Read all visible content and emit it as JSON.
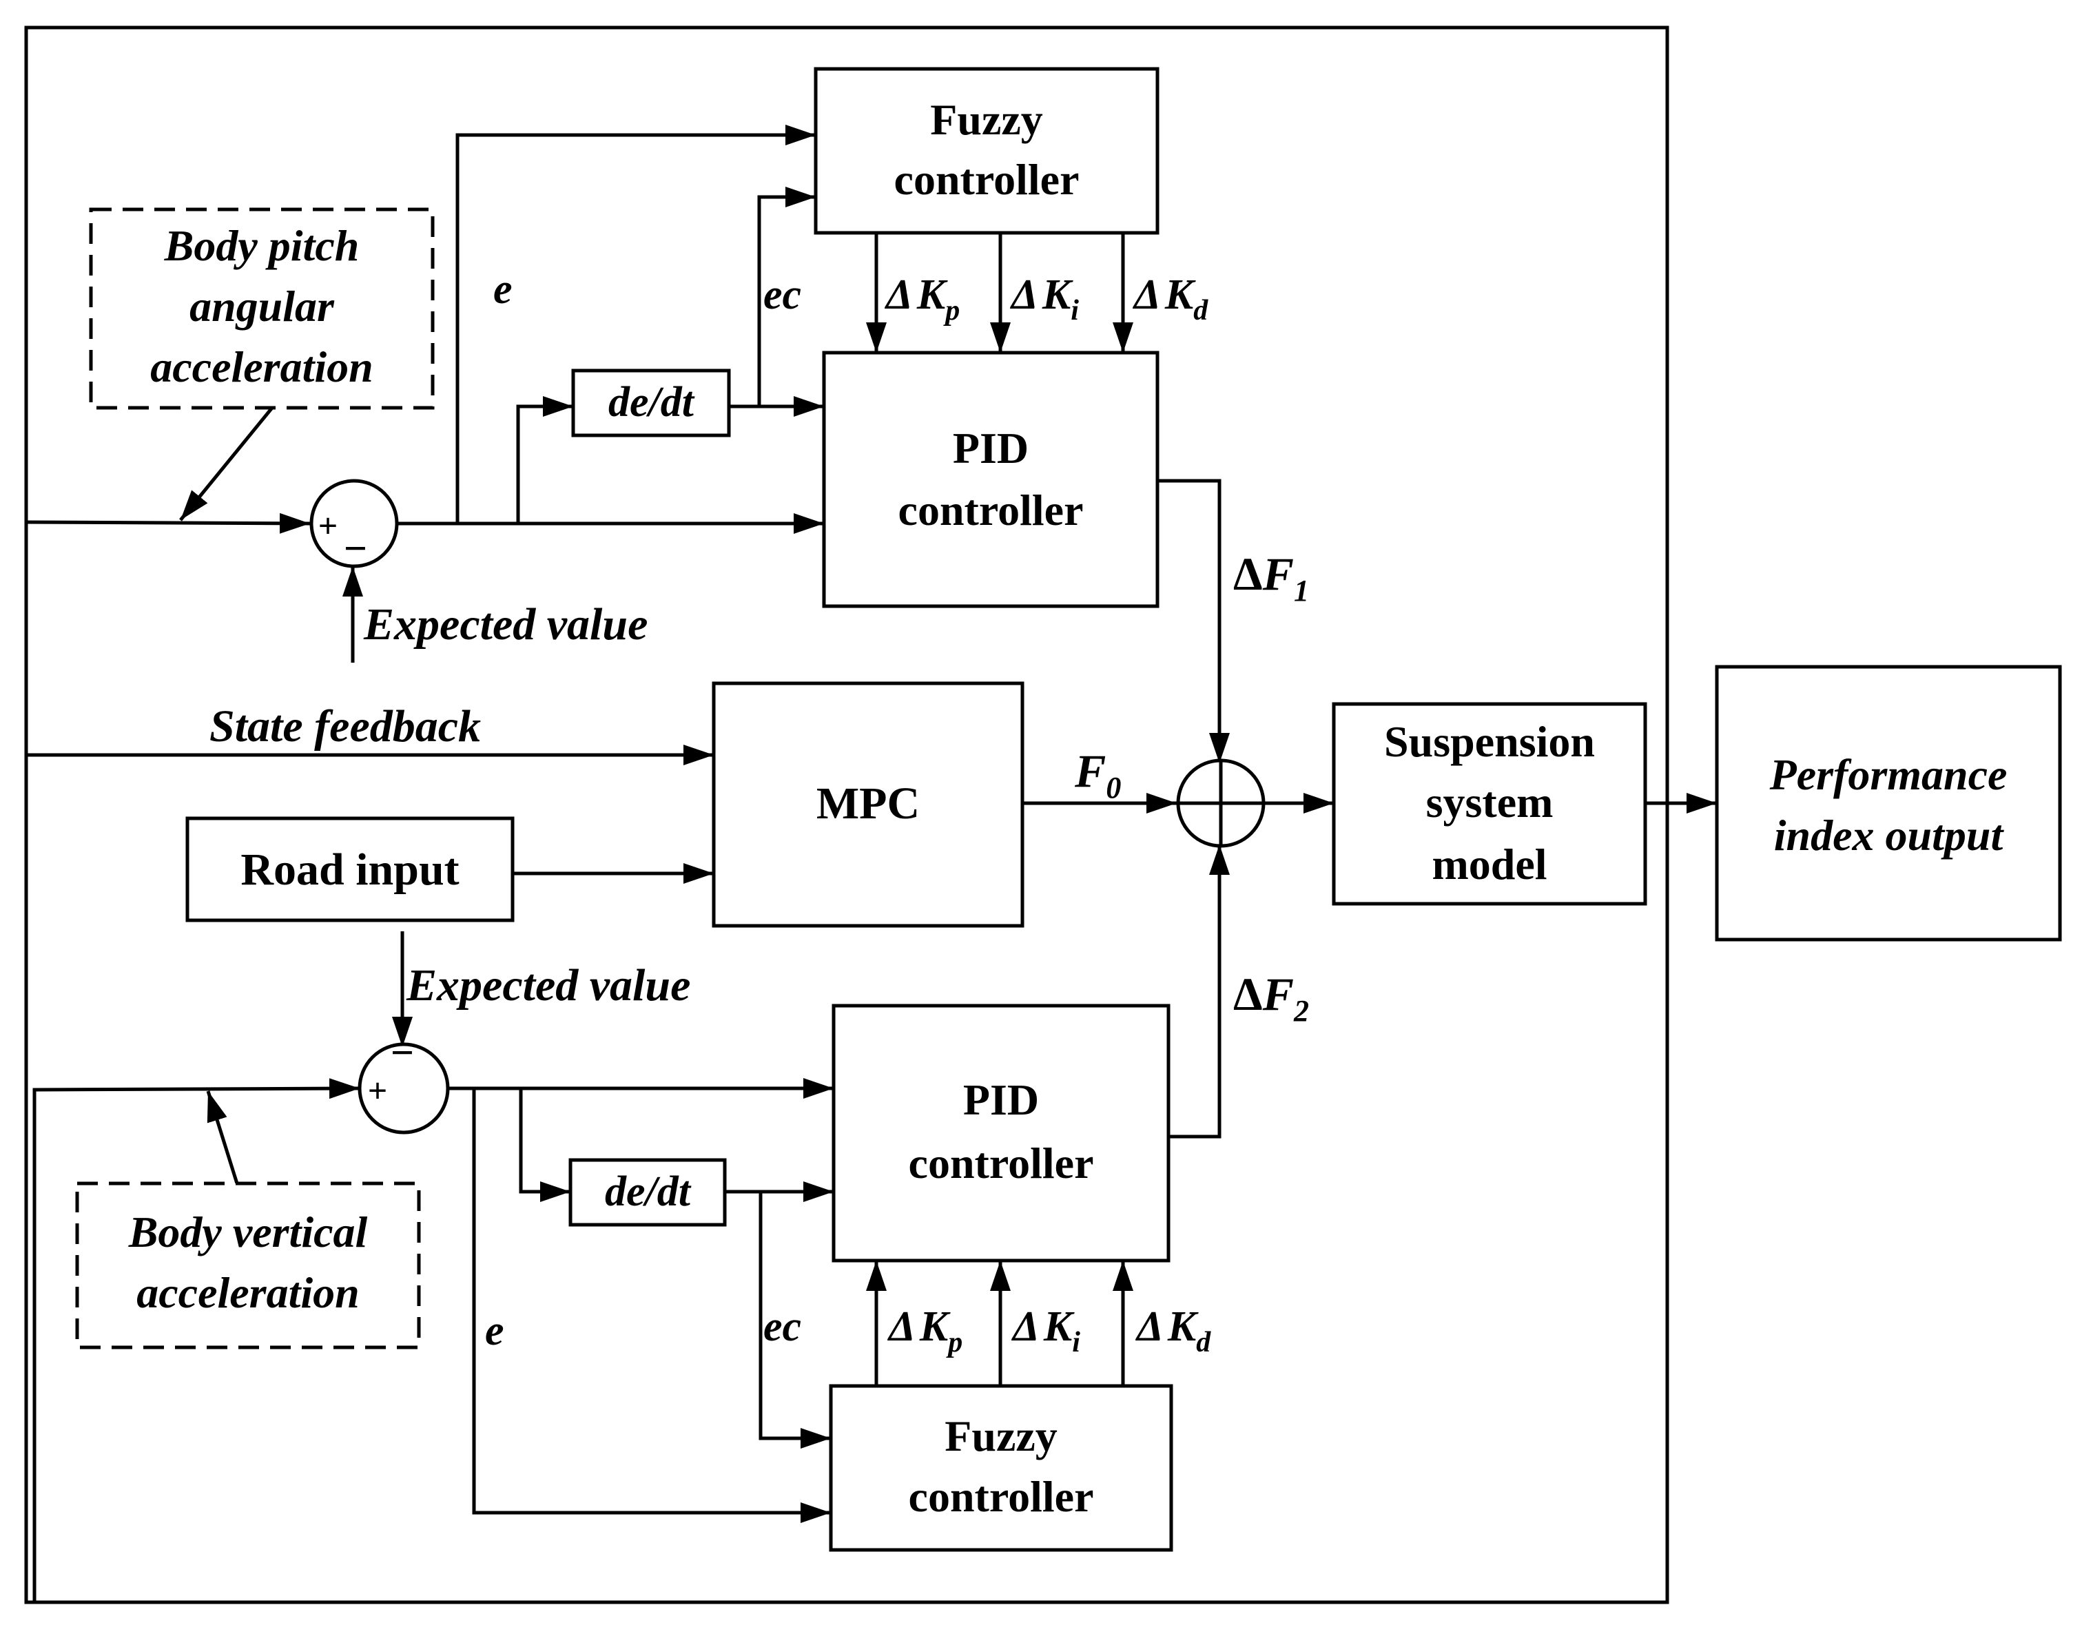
{
  "blocks": {
    "fuzzy_top": [
      "Fuzzy",
      "controller"
    ],
    "pid_top": [
      "PID",
      "controller"
    ],
    "mpc": "MPC",
    "road_input": "Road input",
    "suspension": [
      "Suspension",
      "system",
      "model"
    ],
    "performance": [
      "Performance",
      "index output"
    ],
    "pid_bottom": [
      "PID",
      "controller"
    ],
    "fuzzy_bottom": [
      "Fuzzy",
      "controller"
    ],
    "derivative": "de/dt"
  },
  "disturbances": {
    "pitch": [
      "Body pitch",
      "angular",
      "acceleration"
    ],
    "vertical": [
      "Body vertical",
      "acceleration"
    ]
  },
  "signals": {
    "e": "e",
    "ec": "ec",
    "delta": "Δ",
    "K": "K",
    "p": "p",
    "i": "i",
    "d": "d",
    "F": "F",
    "one": "1",
    "two": "2",
    "zero": "0",
    "expected_value": "Expected value",
    "state_feedback": "State feedback",
    "plus": "+",
    "minus": "−"
  }
}
